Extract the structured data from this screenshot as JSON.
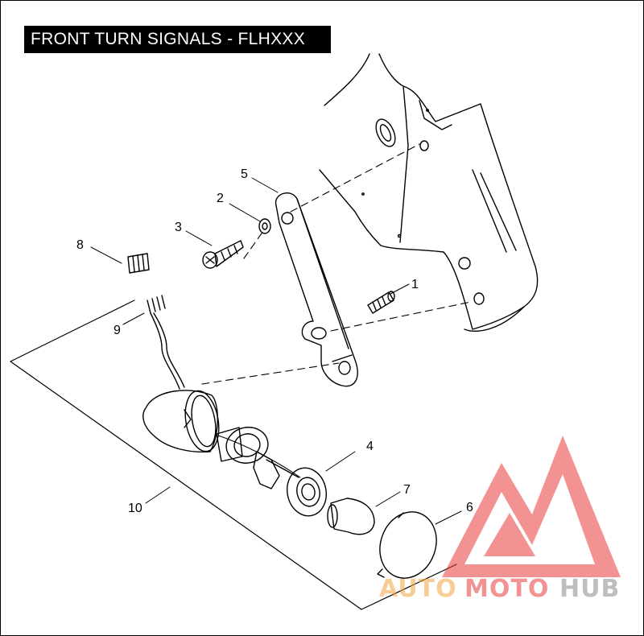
{
  "title": "FRONT TURN SIGNALS - FLHXXX",
  "callouts": {
    "c1": "1",
    "c2": "2",
    "c3": "3",
    "c4": "4",
    "c5": "5",
    "c6": "6",
    "c7": "7",
    "c8": "8",
    "c9": "9",
    "c10": "10"
  },
  "watermark": {
    "part1": "AUTO",
    "part2": "MOTO",
    "part3": "HUB",
    "color_orange": "#f4a640",
    "color_red": "#e83a3a",
    "color_gray": "#8a8a8a"
  }
}
